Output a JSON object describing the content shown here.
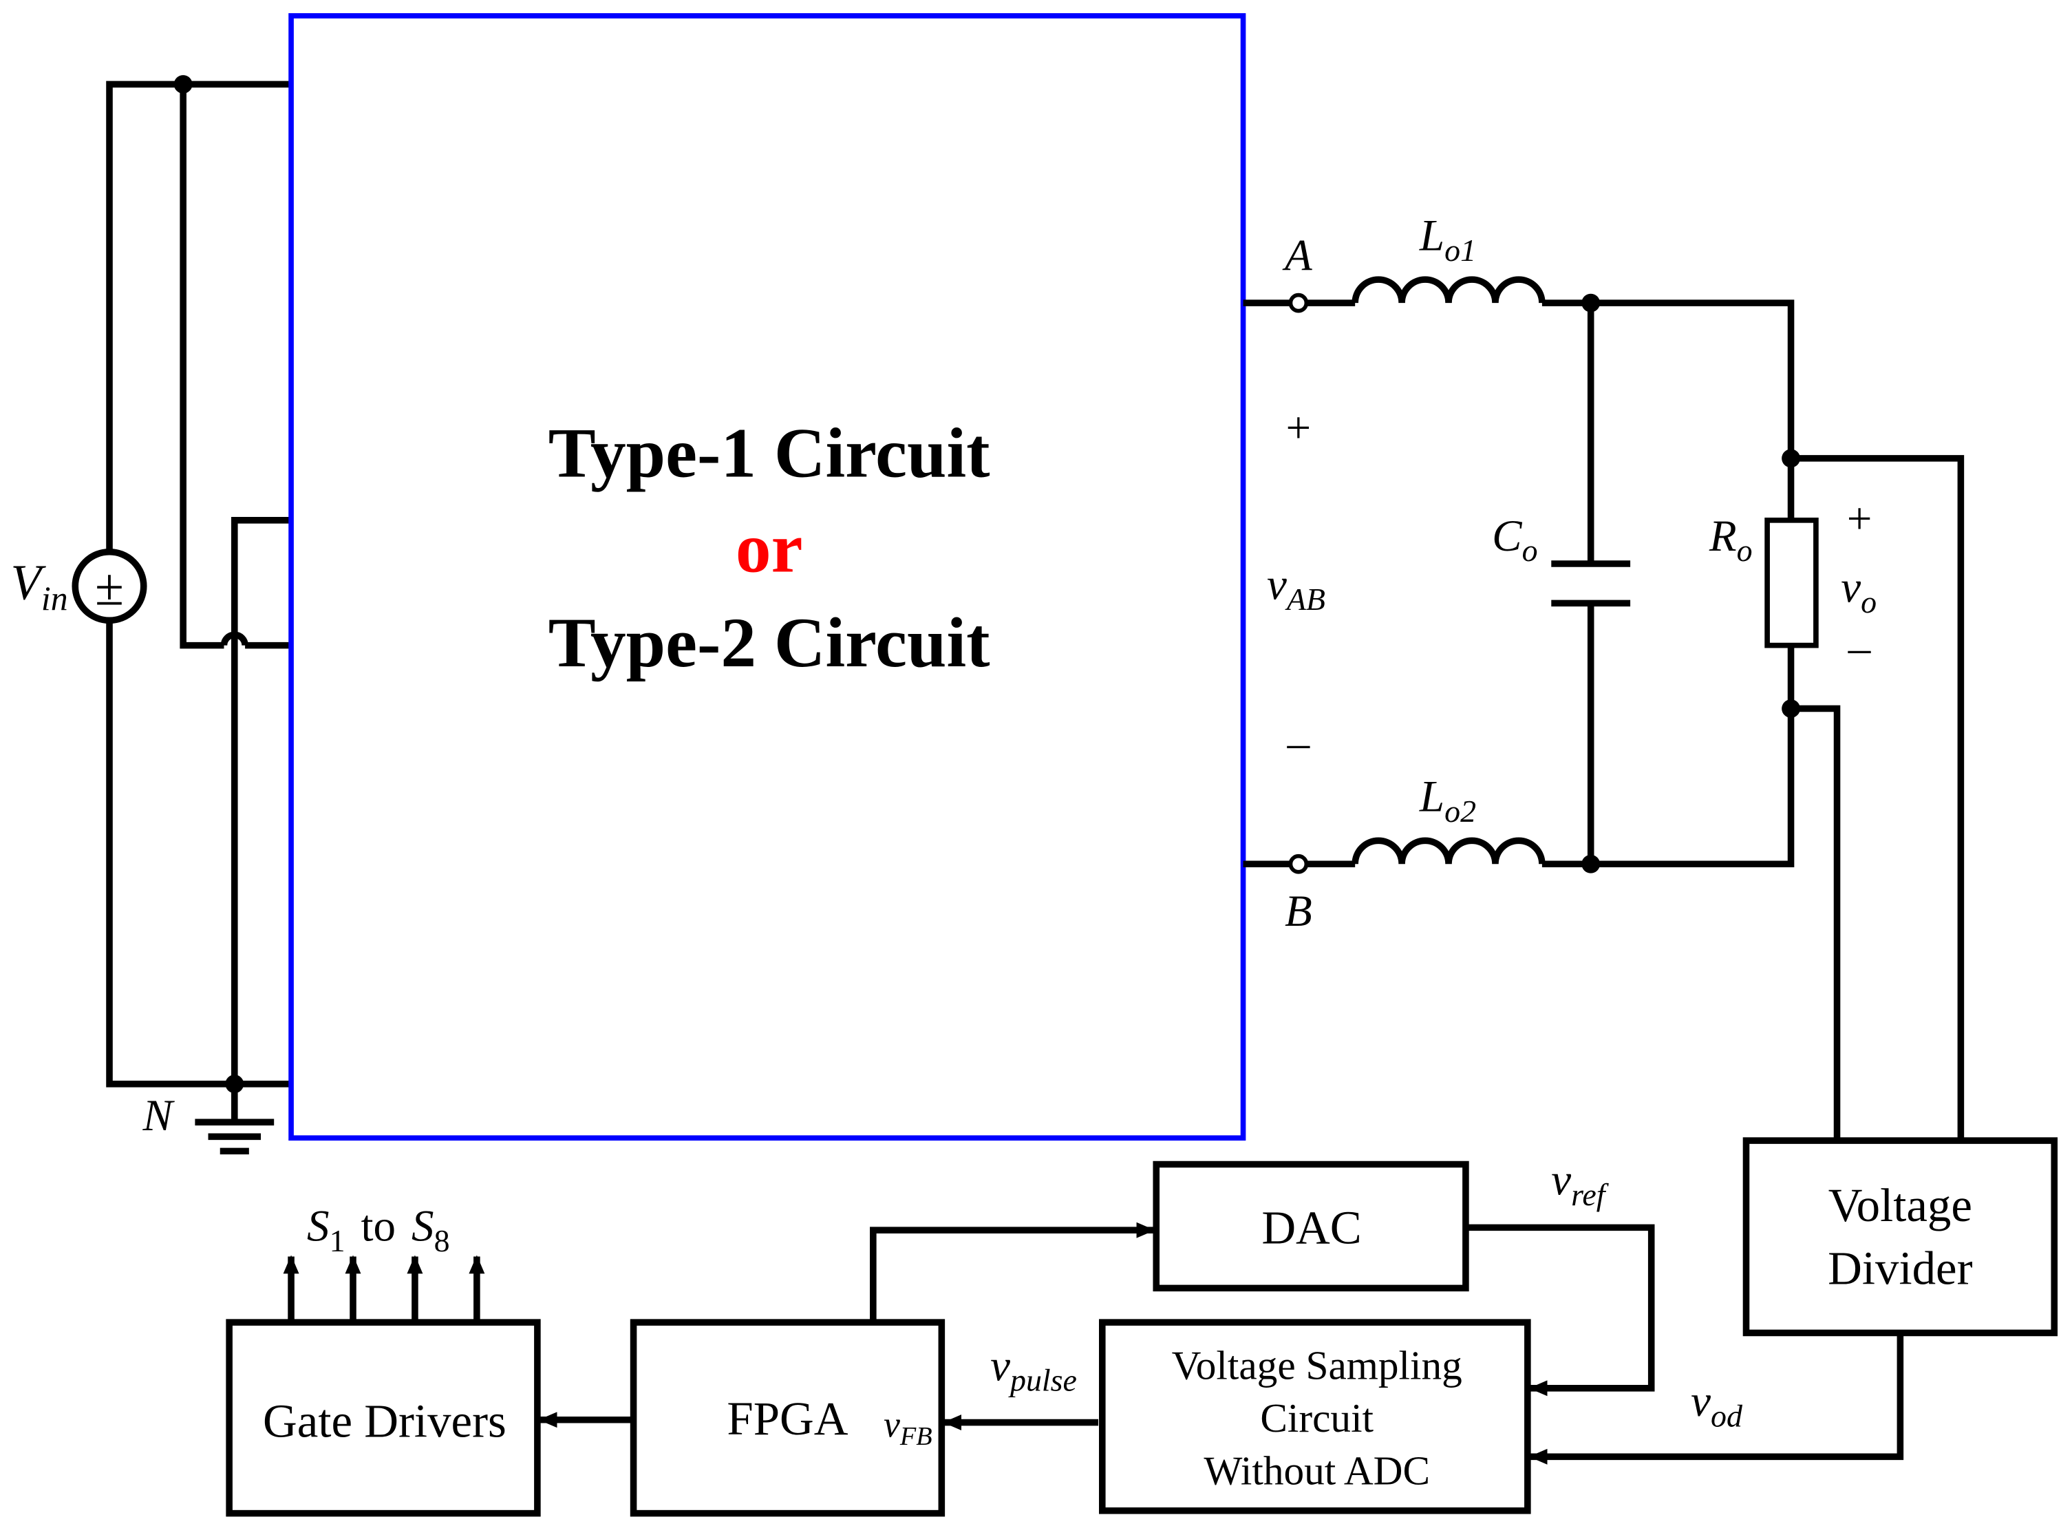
{
  "main_block": {
    "line1": "Type-1 Circuit",
    "line2": "or",
    "line3": "Type-2 Circuit",
    "border_color": "#0000ff",
    "or_color": "#ff0000"
  },
  "source": {
    "var": "V",
    "sub": "in",
    "symbol": "±"
  },
  "ground_label": "N",
  "terminals": {
    "a": "A",
    "b": "B"
  },
  "vab": {
    "plus": "+",
    "minus": "–",
    "var": "v",
    "sub": "AB"
  },
  "lo1": {
    "var": "L",
    "sub": "o1"
  },
  "lo2": {
    "var": "L",
    "sub": "o2"
  },
  "co": {
    "var": "C",
    "sub": "o"
  },
  "ro": {
    "var": "R",
    "sub": "o"
  },
  "vo": {
    "plus": "+",
    "minus": "–",
    "var": "v",
    "sub": "o"
  },
  "blocks": {
    "voltage_divider": [
      "Voltage",
      "Divider"
    ],
    "dac": "DAC",
    "sampling": [
      "Voltage Sampling",
      "Circuit",
      "Without ADC"
    ],
    "fpga": "FPGA",
    "gate_drivers": "Gate Drivers"
  },
  "signals": {
    "vref": {
      "var": "v",
      "sub": "ref"
    },
    "vod": {
      "var": "v",
      "sub": "od"
    },
    "vpulse": {
      "var": "v",
      "sub": "pulse"
    },
    "vfb": {
      "var": "v",
      "sub": "FB"
    },
    "switches": {
      "s1_var": "S",
      "s1_sub": "1",
      "to": "to",
      "s8_var": "S",
      "s8_sub": "8"
    }
  }
}
